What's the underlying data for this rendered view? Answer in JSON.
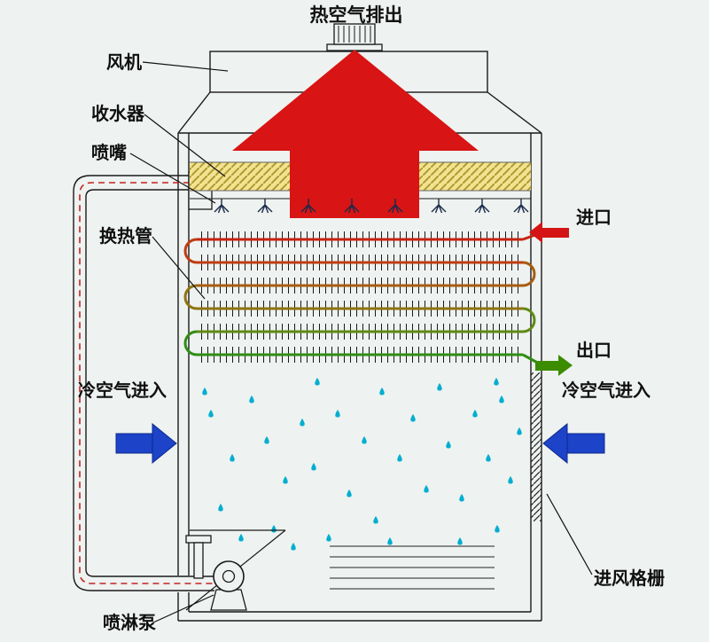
{
  "diagram": {
    "labels": {
      "hot_air_out": "热空气排出",
      "fan": "风机",
      "drift_eliminator": "收水器",
      "nozzle": "喷嘴",
      "heat_exchange_tube": "换热管",
      "cold_air_in": "冷空气进入",
      "inlet": "进口",
      "outlet": "出口",
      "air_inlet_grille": "进风格栅",
      "spray_pump": "喷淋泵"
    },
    "colors": {
      "hot_air_arrow": "#d81414",
      "cold_air_arrow": "#1c43c8",
      "cold_air_label": "#d4145a",
      "inlet_pipe": "#d41414",
      "outlet_pipe": "#3c8c00",
      "eliminator_fill": "#f2e391",
      "droplet": "#00aed0",
      "circulation_dash": "#c22222"
    },
    "coil_row_colors": [
      "#c62310",
      "#c03c12",
      "#a85c10",
      "#8f7310",
      "#5f8a12",
      "#2f8d14"
    ]
  }
}
